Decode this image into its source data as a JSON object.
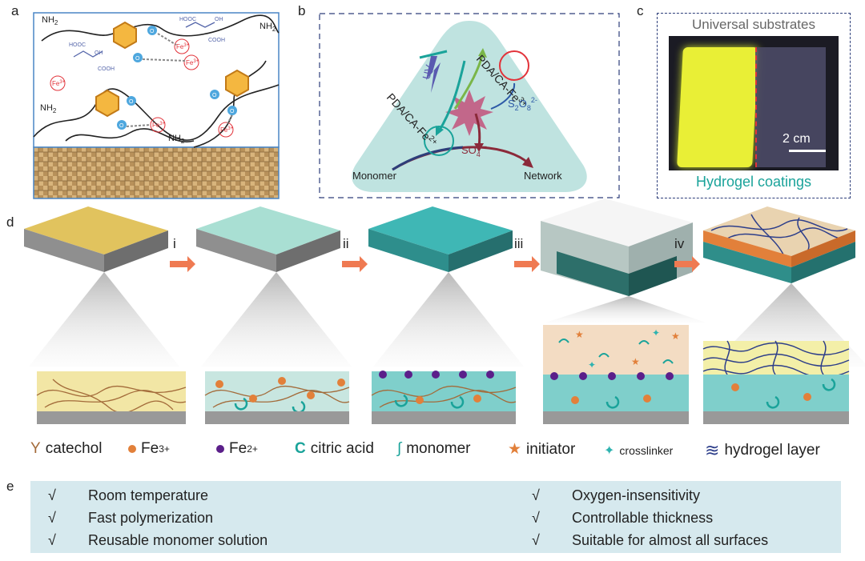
{
  "panels": {
    "a": "a",
    "b": "b",
    "c": "c",
    "d": "d",
    "e": "e"
  },
  "panel_a": {
    "nh2": "NH",
    "nh2_sub": "2",
    "fe3": "Fe",
    "fe3_sup": "3+",
    "hooc": "HOOC",
    "cooh": "COOH",
    "oh": "OH",
    "o": "O"
  },
  "panel_b": {
    "pda_fe3": "PDA/CA-Fe",
    "pda_fe3_sup": "3+",
    "pda_fe2": "PDA/CA-Fe",
    "pda_fe2_sup": "2+",
    "uv": "UV",
    "persulfate": "S",
    "persulfate_sub1": "2",
    "persulfate_o": "O",
    "persulfate_sub2": "8",
    "persulfate_sup": "2-",
    "sulfate": "SO",
    "sulfate_sub": "4",
    "sulfate_sup": "·−",
    "monomer": "Monomer",
    "network": "Network"
  },
  "panel_c": {
    "top_label": "Universal substrates",
    "bottom_label": "Hydrogel coatings",
    "scale": "2 cm"
  },
  "panel_d": {
    "steps": [
      "i",
      "ii",
      "iii",
      "iv"
    ]
  },
  "legend": {
    "catechol": "catechol",
    "fe3": "Fe",
    "fe3_sup": "3+",
    "fe2": "Fe",
    "fe2_sup": "2+",
    "citric": "citric acid",
    "monomer": "monomer",
    "initiator": "initiator",
    "crosslinker": "crosslinker",
    "hydrogel": "hydrogel layer"
  },
  "benefits": {
    "check": "√",
    "left": [
      "Room temperature",
      "Fast polymerization",
      "Reusable monomer solution"
    ],
    "right": [
      "Oxygen-insensitivity",
      "Controllable thickness",
      "Suitable for almost all surfaces"
    ]
  },
  "colors": {
    "teal_panel": "#bfe3e0",
    "hydrogel_green": "#1aa39a",
    "fe3_red": "#e2333a",
    "fe2_purple": "#5b1f8a",
    "orange": "#e2803a",
    "catechol_brown": "#a36b3a",
    "benefit_bg": "#d6e9ee"
  }
}
